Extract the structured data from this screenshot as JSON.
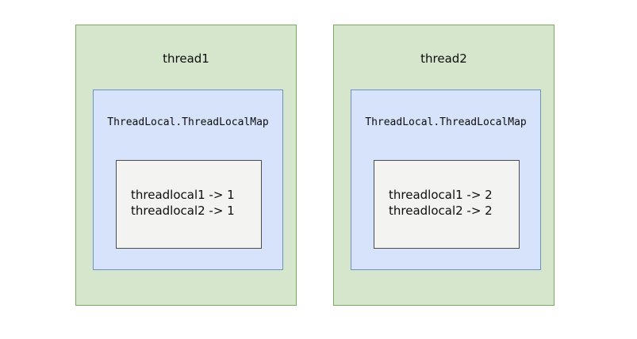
{
  "diagram": {
    "type": "nested-boxes",
    "title": "",
    "background_color": "#ffffff",
    "colors": {
      "thread_fill": "#d5e6cd",
      "thread_border": "#7ba862",
      "map_fill": "#d6e3fa",
      "map_border": "#6f91c2",
      "entries_fill": "#f3f3f1",
      "entries_border": "#4d4d4d",
      "text": "#0d0d0d"
    },
    "threads": [
      {
        "name": "thread1",
        "map": {
          "label": "ThreadLocal.ThreadLocalMap",
          "entries": [
            "threadlocal1 -> 1",
            "threadlocal2 -> 1"
          ]
        }
      },
      {
        "name": "thread2",
        "map": {
          "label": "ThreadLocal.ThreadLocalMap",
          "entries": [
            "threadlocal1 -> 2",
            "threadlocal2 -> 2"
          ]
        }
      }
    ]
  }
}
